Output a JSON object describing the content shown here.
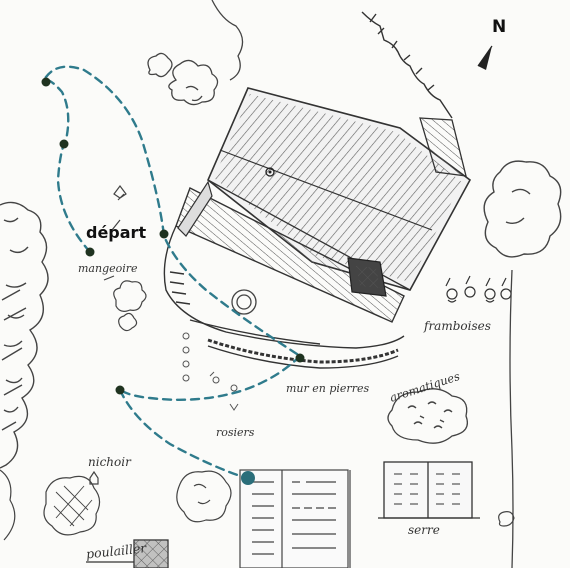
{
  "labels": {
    "start": "départ",
    "feeder": "mangeoire",
    "stone_wall": "mur en pierres",
    "raspberries": "framboises",
    "aromatics": "aromatiques",
    "roses": "rosiers",
    "birdhouse": "nichoir",
    "henhouse": "poulailler",
    "greenhouse": "serre",
    "north": "N"
  },
  "colors": {
    "path": "#2f7b8c",
    "stop": "#1f3320",
    "end_stop": "#2b6e7a",
    "ink": "#333333"
  }
}
